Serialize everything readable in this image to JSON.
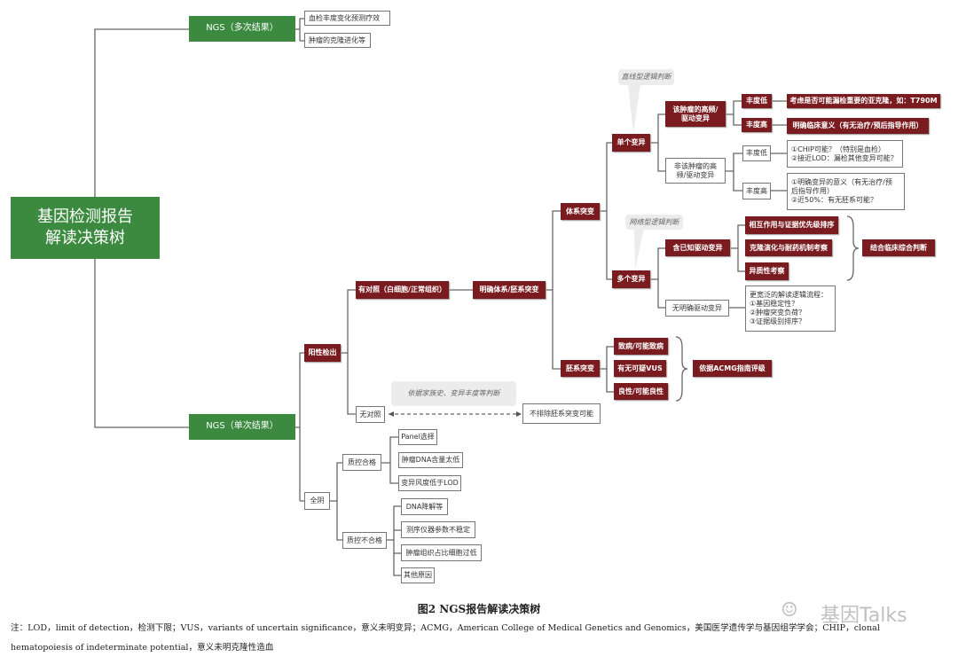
{
  "root": "基因检测报告\n解读决策树",
  "ngs_multi": {
    "label": "NGS（多次结果）",
    "children": [
      "血检丰度变化预测疗效",
      "肿瘤的克隆进化等"
    ]
  },
  "ngs_single": {
    "label": "NGS（单次结果）"
  },
  "positive": "阳性检出",
  "negative": "全阴",
  "with_control": "有对照（白细胞/正常组织）",
  "no_control": "无对照",
  "clear_type": "明确体系/胚系突变",
  "somatic": "体系突变",
  "germline": "胚系突变",
  "single": "单个变异",
  "multiple": "多个变异",
  "callout_linear": "直线型逻辑判断",
  "callout_network": "网络型逻辑判断",
  "callout_family": "依据家族史、变异丰度等判断",
  "exclude_germline": "不排除胚系突变可能",
  "hf_driver": "该肿瘤的高频/\n驱动变异",
  "non_hf_driver": "非该肿瘤的高\n频/驱动变异",
  "low": "丰度低",
  "high": "丰度高",
  "hf_low_result": "考虑是否可能漏检重要的亚克隆，如：T790M",
  "hf_high_result": "明确临床意义（有无治疗/预后指导作用）",
  "non_low_result": "①CHIP可能？（特别是血检）\n②接近LOD：漏检其他变异可能？",
  "non_high_result": "①明确变异的意义（有无治疗/预\n后指导作用）\n②近50%：有无胚系可能？",
  "known_driver": "含已知驱动变异",
  "no_driver": "无明确驱动变异",
  "known_items": [
    "相互作用与证据优先级排序",
    "克隆演化与耐药机制考察",
    "异质性考察"
  ],
  "clinical": "结合临床综合判断",
  "no_driver_result": "更宽泛的解读逻辑流程：\n①基因稳定性？\n②肿瘤突变负荷？\n③证据级别排序？",
  "germ_items": [
    "致病/可能致病",
    "有无可疑VUS",
    "良性/可能良性"
  ],
  "acmg": "依据ACMG指南评级",
  "qc_pass": "质控合格",
  "qc_fail": "质控不合格",
  "qc_pass_items": [
    "Panel选择",
    "肿瘤DNA含量太低",
    "变异风度低于LOD"
  ],
  "qc_fail_items": [
    "DNA降解等",
    "测序仪器参数不稳定",
    "肿瘤组织占比细胞过低",
    "其他原因"
  ],
  "caption": "图2  NGS报告解读决策树",
  "note1": "注：LOD，limit of detection，检测下限；VUS，variants of uncertain significance，意义未明变异；ACMG，American College of Medical Genetics and Genomics，美国医学遗传学与基因组学学会；CHIP，clonal",
  "note2": "hematopoiesis of indeterminate potential，意义未明克隆性造血",
  "watermark": "基因Talks"
}
